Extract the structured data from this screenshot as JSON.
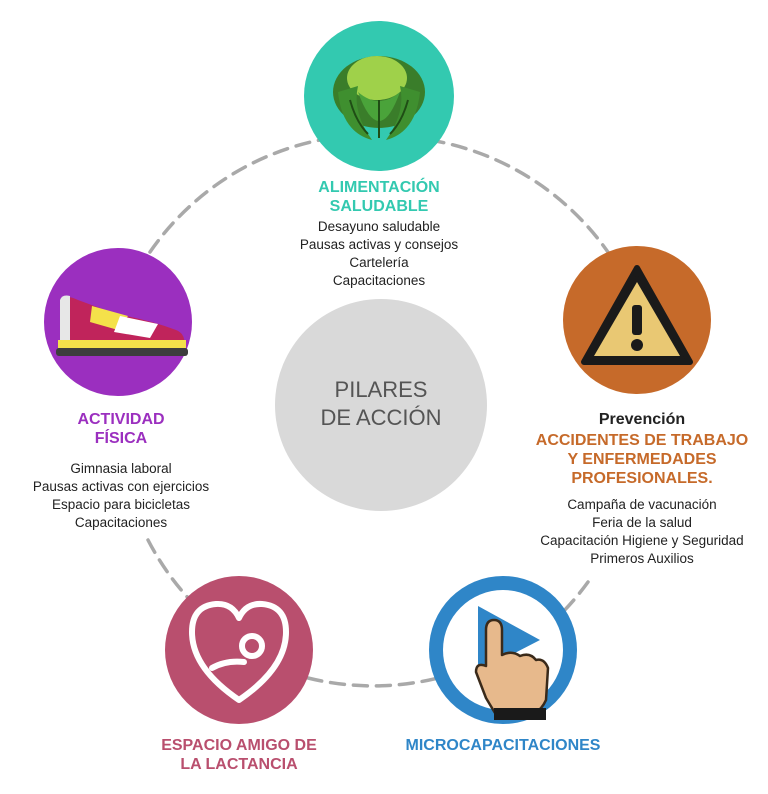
{
  "center": {
    "line1": "PILARES",
    "line2": "DE ACCIÓN"
  },
  "colors": {
    "teal": "#33c9b0",
    "orange": "#c66a2a",
    "blue": "#2f86c8",
    "pink": "#b94f6e",
    "purple": "#9b2fbf",
    "center": "#d9d9d9",
    "dash": "#a9a9a9"
  },
  "pillars": {
    "alimentacion": {
      "title1": "ALIMENTACIÓN",
      "title2": "SALUDABLE",
      "items": [
        "Desayuno saludable",
        "Pausas activas y consejos",
        "Cartelería",
        "Capacitaciones"
      ],
      "icon": "lettuce-icon"
    },
    "prevencion": {
      "heading": "Prevención",
      "title1": "ACCIDENTES DE TRABAJO",
      "title2": "Y ENFERMEDADES",
      "title3": "PROFESIONALES.",
      "items": [
        "Campaña de vacunación",
        "Feria de la salud",
        "Capacitación Higiene y Seguridad",
        "Primeros Auxilios"
      ],
      "icon": "warning-icon"
    },
    "micro": {
      "title": "MICROCAPACITACIONES",
      "icon": "play-touch-icon"
    },
    "lactancia": {
      "title1": "ESPACIO AMIGO DE",
      "title2": "LA LACTANCIA",
      "icon": "mother-baby-heart-icon"
    },
    "actividad": {
      "title1": "ACTIVIDAD",
      "title2": "FÍSICA",
      "items": [
        "Gimnasia laboral",
        "Pausas activas con ejercicios",
        "Espacio para bicicletas",
        "Capacitaciones"
      ],
      "icon": "sneaker-icon"
    }
  }
}
